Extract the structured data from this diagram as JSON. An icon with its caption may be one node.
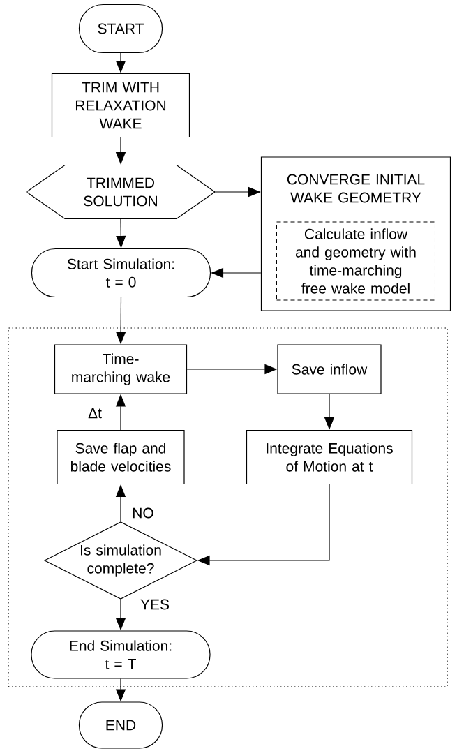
{
  "diagram": {
    "nodes": [
      {
        "text": [
          "START"
        ]
      },
      {
        "text": [
          "TRIM WITH RELAXATION WAKE"
        ]
      },
      {
        "text": [
          "TRIMMED SOLUTION"
        ]
      },
      {
        "text": [
          "CONVERGE INITIAL WAKE GEOMETRY"
        ]
      },
      {
        "text": [
          "Calculate inflow and geometry with time-marching free wake model"
        ],
        "in": 3
      },
      {
        "text": [
          "Start Simulation: t = 0"
        ]
      },
      {
        "text": [],
        "shape": "box"
      },
      {
        "text": [
          "Time-marching wake"
        ],
        "in": 6
      },
      {
        "text": [
          "Save inflow"
        ],
        "in": 6
      },
      {
        "text": [
          "Save flap and blade velocities"
        ],
        "in": 6
      },
      {
        "text": [
          "Integrate Equations of Motion at t"
        ],
        "in": 6
      },
      {
        "text": [
          "Is simulation complete?"
        ],
        "in": 6
      },
      {
        "text": [
          "End Simulation: t = T"
        ],
        "in": 6
      },
      {
        "text": [
          "END"
        ]
      }
    ],
    "edges": [
      {
        "from": 0,
        "to": 1,
        "arrow": "to"
      },
      {
        "from": 1,
        "to": 2,
        "arrow": "to"
      },
      {
        "from": 2,
        "to": 3,
        "arrow": "to"
      },
      {
        "from": 2,
        "to": 5,
        "arrow": "to"
      },
      {
        "from": 3,
        "to": 5,
        "arrow": "to"
      },
      {
        "from": 5,
        "to": 7,
        "arrow": "to"
      },
      {
        "from": 7,
        "to": 8,
        "arrow": "to"
      },
      {
        "from": 8,
        "to": 10,
        "arrow": "to"
      },
      {
        "from": 10,
        "to": 11,
        "arrow": "to"
      },
      {
        "from": 11,
        "to": 9,
        "arrow": "to",
        "label": "NO"
      },
      {
        "from": 9,
        "to": 7,
        "arrow": "to",
        "label": "Δt"
      },
      {
        "from": 11,
        "to": 12,
        "arrow": "to",
        "label": "YES"
      },
      {
        "from": 12,
        "to": 13,
        "arrow": "to"
      }
    ]
  }
}
